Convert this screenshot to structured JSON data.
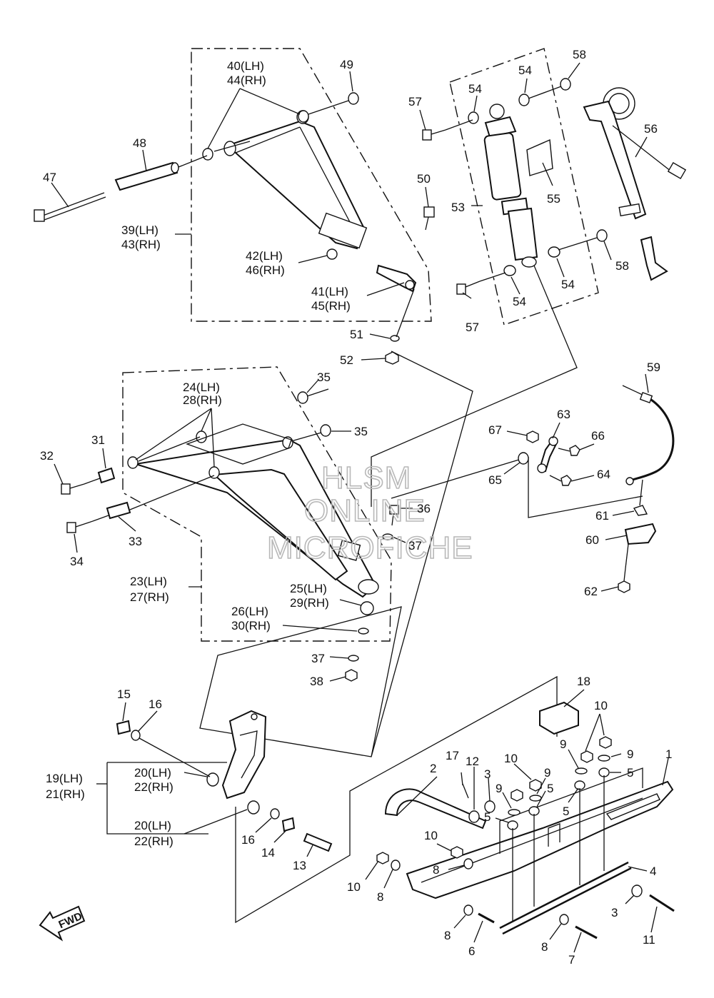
{
  "callouts": [
    {
      "id": "c1",
      "text": "1"
    },
    {
      "id": "c2",
      "text": "2"
    },
    {
      "id": "c3a",
      "text": "3"
    },
    {
      "id": "c3b",
      "text": "3"
    },
    {
      "id": "c4",
      "text": "4"
    },
    {
      "id": "c5a",
      "text": "5"
    },
    {
      "id": "c5b",
      "text": "5"
    },
    {
      "id": "c5c",
      "text": "5"
    },
    {
      "id": "c5d",
      "text": "5"
    },
    {
      "id": "c6",
      "text": "6"
    },
    {
      "id": "c7",
      "text": "7"
    },
    {
      "id": "c8a",
      "text": "8"
    },
    {
      "id": "c8b",
      "text": "8"
    },
    {
      "id": "c8c",
      "text": "8"
    },
    {
      "id": "c8d",
      "text": "8"
    },
    {
      "id": "c9a",
      "text": "9"
    },
    {
      "id": "c9b",
      "text": "9"
    },
    {
      "id": "c9c",
      "text": "9"
    },
    {
      "id": "c9d",
      "text": "9"
    },
    {
      "id": "c10a",
      "text": "10"
    },
    {
      "id": "c10b",
      "text": "10"
    },
    {
      "id": "c10c",
      "text": "10"
    },
    {
      "id": "c10d",
      "text": "10"
    },
    {
      "id": "c11",
      "text": "11"
    },
    {
      "id": "c12",
      "text": "12"
    },
    {
      "id": "c13",
      "text": "13"
    },
    {
      "id": "c14",
      "text": "14"
    },
    {
      "id": "c15",
      "text": "15"
    },
    {
      "id": "c16a",
      "text": "16"
    },
    {
      "id": "c16b",
      "text": "16"
    },
    {
      "id": "c17",
      "text": "17"
    },
    {
      "id": "c18",
      "text": "18"
    },
    {
      "id": "c19",
      "text": "19(LH)"
    },
    {
      "id": "c21",
      "text": "21(RH)"
    },
    {
      "id": "c20a",
      "text": "20(LH)"
    },
    {
      "id": "c22a",
      "text": "22(RH)"
    },
    {
      "id": "c20b",
      "text": "20(LH)"
    },
    {
      "id": "c22b",
      "text": "22(RH)"
    },
    {
      "id": "c23",
      "text": "23(LH)"
    },
    {
      "id": "c27",
      "text": "27(RH)"
    },
    {
      "id": "c24",
      "text": "24(LH)"
    },
    {
      "id": "c28",
      "text": "28(RH)"
    },
    {
      "id": "c25",
      "text": "25(LH)"
    },
    {
      "id": "c29",
      "text": "29(RH)"
    },
    {
      "id": "c26",
      "text": "26(LH)"
    },
    {
      "id": "c30",
      "text": "30(RH)"
    },
    {
      "id": "c31",
      "text": "31"
    },
    {
      "id": "c32",
      "text": "32"
    },
    {
      "id": "c33",
      "text": "33"
    },
    {
      "id": "c34",
      "text": "34"
    },
    {
      "id": "c35a",
      "text": "35"
    },
    {
      "id": "c35b",
      "text": "35"
    },
    {
      "id": "c36",
      "text": "36"
    },
    {
      "id": "c37a",
      "text": "37"
    },
    {
      "id": "c37b",
      "text": "37"
    },
    {
      "id": "c38",
      "text": "38"
    },
    {
      "id": "c39",
      "text": "39(LH)"
    },
    {
      "id": "c43",
      "text": "43(RH)"
    },
    {
      "id": "c40",
      "text": "40(LH)"
    },
    {
      "id": "c44",
      "text": "44(RH)"
    },
    {
      "id": "c41",
      "text": "41(LH)"
    },
    {
      "id": "c45",
      "text": "45(RH)"
    },
    {
      "id": "c42",
      "text": "42(LH)"
    },
    {
      "id": "c46",
      "text": "46(RH)"
    },
    {
      "id": "c47",
      "text": "47"
    },
    {
      "id": "c48",
      "text": "48"
    },
    {
      "id": "c49",
      "text": "49"
    },
    {
      "id": "c50",
      "text": "50"
    },
    {
      "id": "c51",
      "text": "51"
    },
    {
      "id": "c52",
      "text": "52"
    },
    {
      "id": "c53",
      "text": "53"
    },
    {
      "id": "c54a",
      "text": "54"
    },
    {
      "id": "c54b",
      "text": "54"
    },
    {
      "id": "c54c",
      "text": "54"
    },
    {
      "id": "c54d",
      "text": "54"
    },
    {
      "id": "c55",
      "text": "55"
    },
    {
      "id": "c56",
      "text": "56"
    },
    {
      "id": "c57a",
      "text": "57"
    },
    {
      "id": "c57b",
      "text": "57"
    },
    {
      "id": "c58a",
      "text": "58"
    },
    {
      "id": "c58b",
      "text": "58"
    },
    {
      "id": "c59",
      "text": "59"
    },
    {
      "id": "c60",
      "text": "60"
    },
    {
      "id": "c61",
      "text": "61"
    },
    {
      "id": "c62",
      "text": "62"
    },
    {
      "id": "c63",
      "text": "63"
    },
    {
      "id": "c64",
      "text": "64"
    },
    {
      "id": "c65",
      "text": "65"
    },
    {
      "id": "c66",
      "text": "66"
    },
    {
      "id": "c67",
      "text": "67"
    }
  ],
  "watermark": {
    "line1": "HLSM",
    "line2": "ONLINE",
    "line3": "MICROFICHE"
  },
  "fwd_badge": "FWD",
  "colors": {
    "ink": "#111111",
    "watermark": "#b8b8b8",
    "paper": "#ffffff"
  }
}
